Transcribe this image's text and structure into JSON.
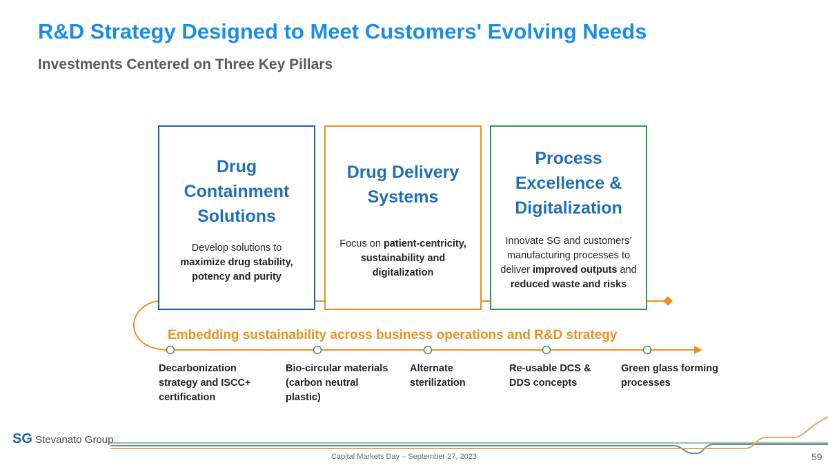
{
  "title": "R&D Strategy Designed to Meet Customers' Evolving Needs",
  "subtitle": "Investments Centered on Three Key Pillars",
  "pillars": [
    {
      "title": "Drug Containment Solutions",
      "desc_pre": "Develop solutions to",
      "desc_bold": "maximize drug stability, potency and purity",
      "color": "#1f5fa8"
    },
    {
      "title": "Drug Delivery Systems",
      "desc_pre": "Focus on",
      "desc_bold": "patient-centricity, sustainability and digitalization",
      "color": "#e8921e"
    },
    {
      "title": "Process Excellence & Digitalization",
      "desc_pre": "Innovate SG and customers’ manufacturing processes to deliver",
      "desc_bold": "improved outputs",
      "desc_mid": "and",
      "desc_bold2": "reduced waste and risks",
      "color": "#2e9a4a"
    }
  ],
  "sustainability_heading": "Embedding sustainability across business operations and R&D strategy",
  "milestones": [
    "Decarbonization strategy and ISCC+ certification",
    "Bio-circular materials (carbon neutral plastic)",
    "Alternate sterilization",
    "Re-usable DCS & DDS concepts",
    "Green glass forming processes"
  ],
  "logo": {
    "mark": "SG",
    "name": "Stevanato Group"
  },
  "footer": "Capital Markets Day – September 27, 2023",
  "page_number": "59"
}
